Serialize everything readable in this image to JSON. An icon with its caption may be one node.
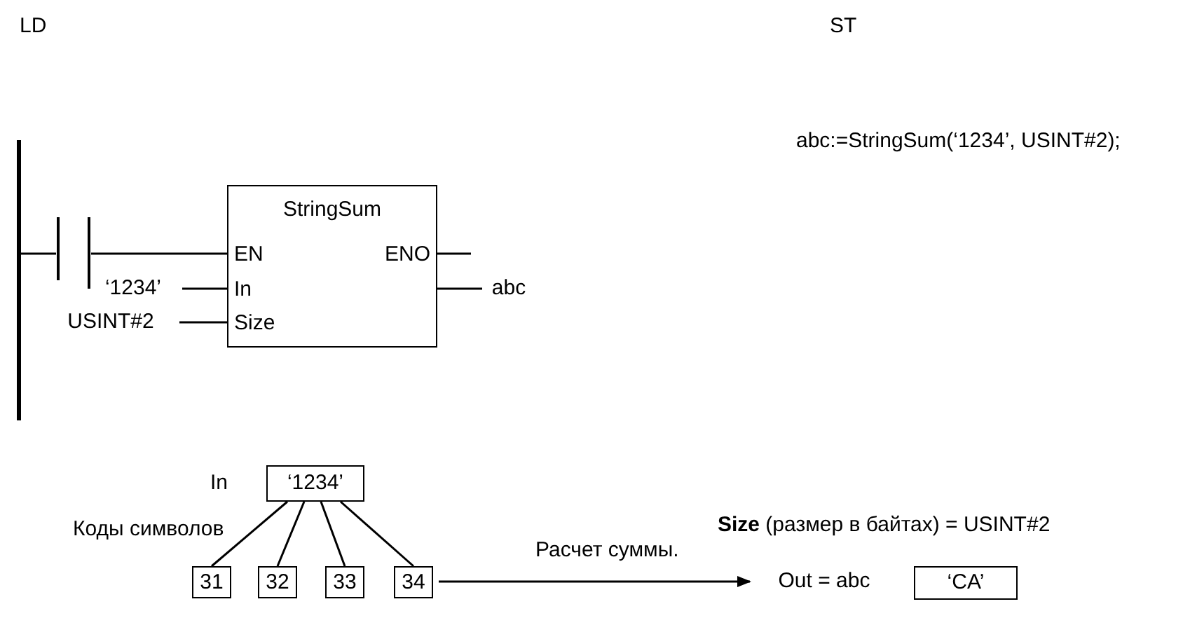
{
  "diagram": {
    "nodes": [
      {
        "text": [],
        "shape": "bar"
      },
      {
        "text": [],
        "shape": "contact"
      },
      {
        "text": [
          "StringSum",
          "EN",
          "ENO",
          "In",
          "Size"
        ]
      },
      {
        "text": [
          "‘1234’"
        ]
      },
      {
        "text": [
          "USINT#2"
        ]
      },
      {
        "text": [
          "abc"
        ]
      },
      {
        "text": [
          "‘1234’"
        ],
        "beside": [
          "In"
        ]
      },
      {
        "text": [
          "31"
        ]
      },
      {
        "text": [
          "32"
        ]
      },
      {
        "text": [
          "33"
        ]
      },
      {
        "text": [
          "34"
        ]
      },
      {
        "text": [
          "Out = abc"
        ]
      },
      {
        "text": [
          "‘CA’"
        ]
      }
    ],
    "edges": [
      {
        "from": 0,
        "to": 1,
        "arrow": "none"
      },
      {
        "from": 1,
        "to": 2,
        "arrow": "none"
      },
      {
        "from": 3,
        "to": 2,
        "arrow": "none"
      },
      {
        "from": 4,
        "to": 2,
        "arrow": "none"
      },
      {
        "from": 2,
        "to": null,
        "arrow": "none"
      },
      {
        "from": 2,
        "to": 5,
        "arrow": "none"
      },
      {
        "from": 6,
        "to": 7,
        "arrow": "none"
      },
      {
        "from": 6,
        "to": 8,
        "arrow": "none"
      },
      {
        "from": 6,
        "to": 9,
        "arrow": "none"
      },
      {
        "from": 6,
        "to": 10,
        "arrow": "none"
      },
      {
        "from": 10,
        "to": 11,
        "arrow": "to",
        "label": "Расчет суммы."
      }
    ],
    "labels": [
      "LD",
      "ST",
      "abc:=StringSum(‘1234’, USINT#2);",
      "Коды символов",
      "**Size** (размер в байтах) = USINT#2"
    ]
  }
}
